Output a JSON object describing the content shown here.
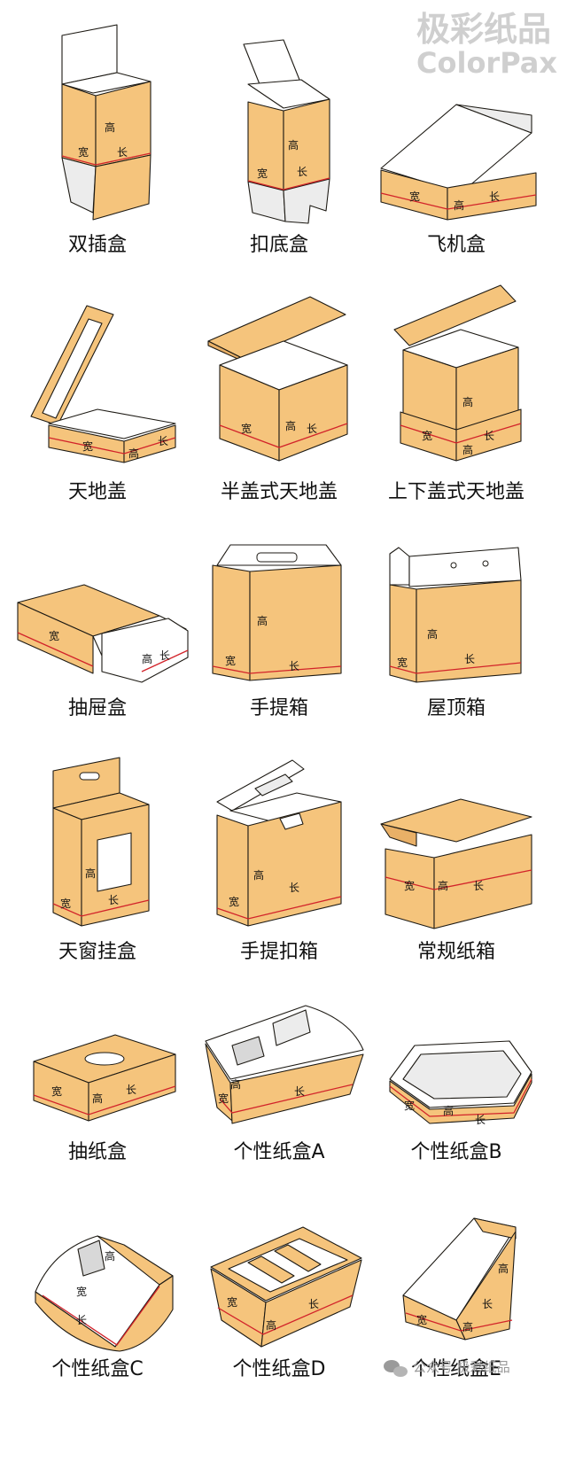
{
  "watermark": {
    "cn": "极彩纸品",
    "en": "ColorPax"
  },
  "wechat": {
    "icon": "wechat-icon",
    "text": "公众号 极彩纸品"
  },
  "dimension_labels": {
    "width": "宽",
    "height": "高",
    "length": "长"
  },
  "boxes": [
    {
      "name": "双插盒"
    },
    {
      "name": "扣底盒"
    },
    {
      "name": "飞机盒"
    },
    {
      "name": "天地盖"
    },
    {
      "name": "半盖式天地盖"
    },
    {
      "name": "上下盖式天地盖"
    },
    {
      "name": "抽屉盒"
    },
    {
      "name": "手提箱"
    },
    {
      "name": "屋顶箱"
    },
    {
      "name": "天窗挂盒"
    },
    {
      "name": "手提扣箱"
    },
    {
      "name": "常规纸箱"
    },
    {
      "name": "抽纸盒"
    },
    {
      "name": "个性纸盒A"
    },
    {
      "name": "个性纸盒B"
    },
    {
      "name": "个性纸盒C"
    },
    {
      "name": "个性纸盒D"
    },
    {
      "name": "个性纸盒E"
    }
  ],
  "colors": {
    "kraft": "#f5c47c",
    "outline": "#1d1a14",
    "crease": "#d2232a"
  }
}
